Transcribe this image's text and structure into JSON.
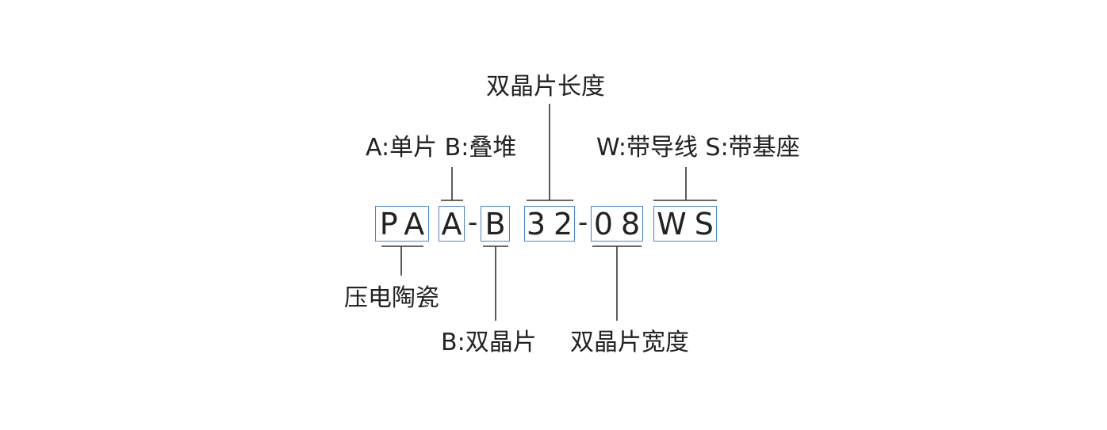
{
  "code_segments": {
    "pa": "PA",
    "a": "A",
    "dash1": "-",
    "b": "B",
    "n32": "32",
    "dash2": "-",
    "n08": "08",
    "ws": "WS"
  },
  "labels": {
    "bimorph_length": "双晶片长度",
    "a_single_b_stacked": "A:单片 B:叠堆",
    "w_lead_s_base": "W:带导线 S:带基座",
    "piezo_ceramic": "压电陶瓷",
    "b_bimorph": "B:双晶片",
    "bimorph_width": "双晶片宽度"
  },
  "colors": {
    "box_border": "#4a86c8",
    "text": "#222222",
    "lines": "#333333"
  }
}
